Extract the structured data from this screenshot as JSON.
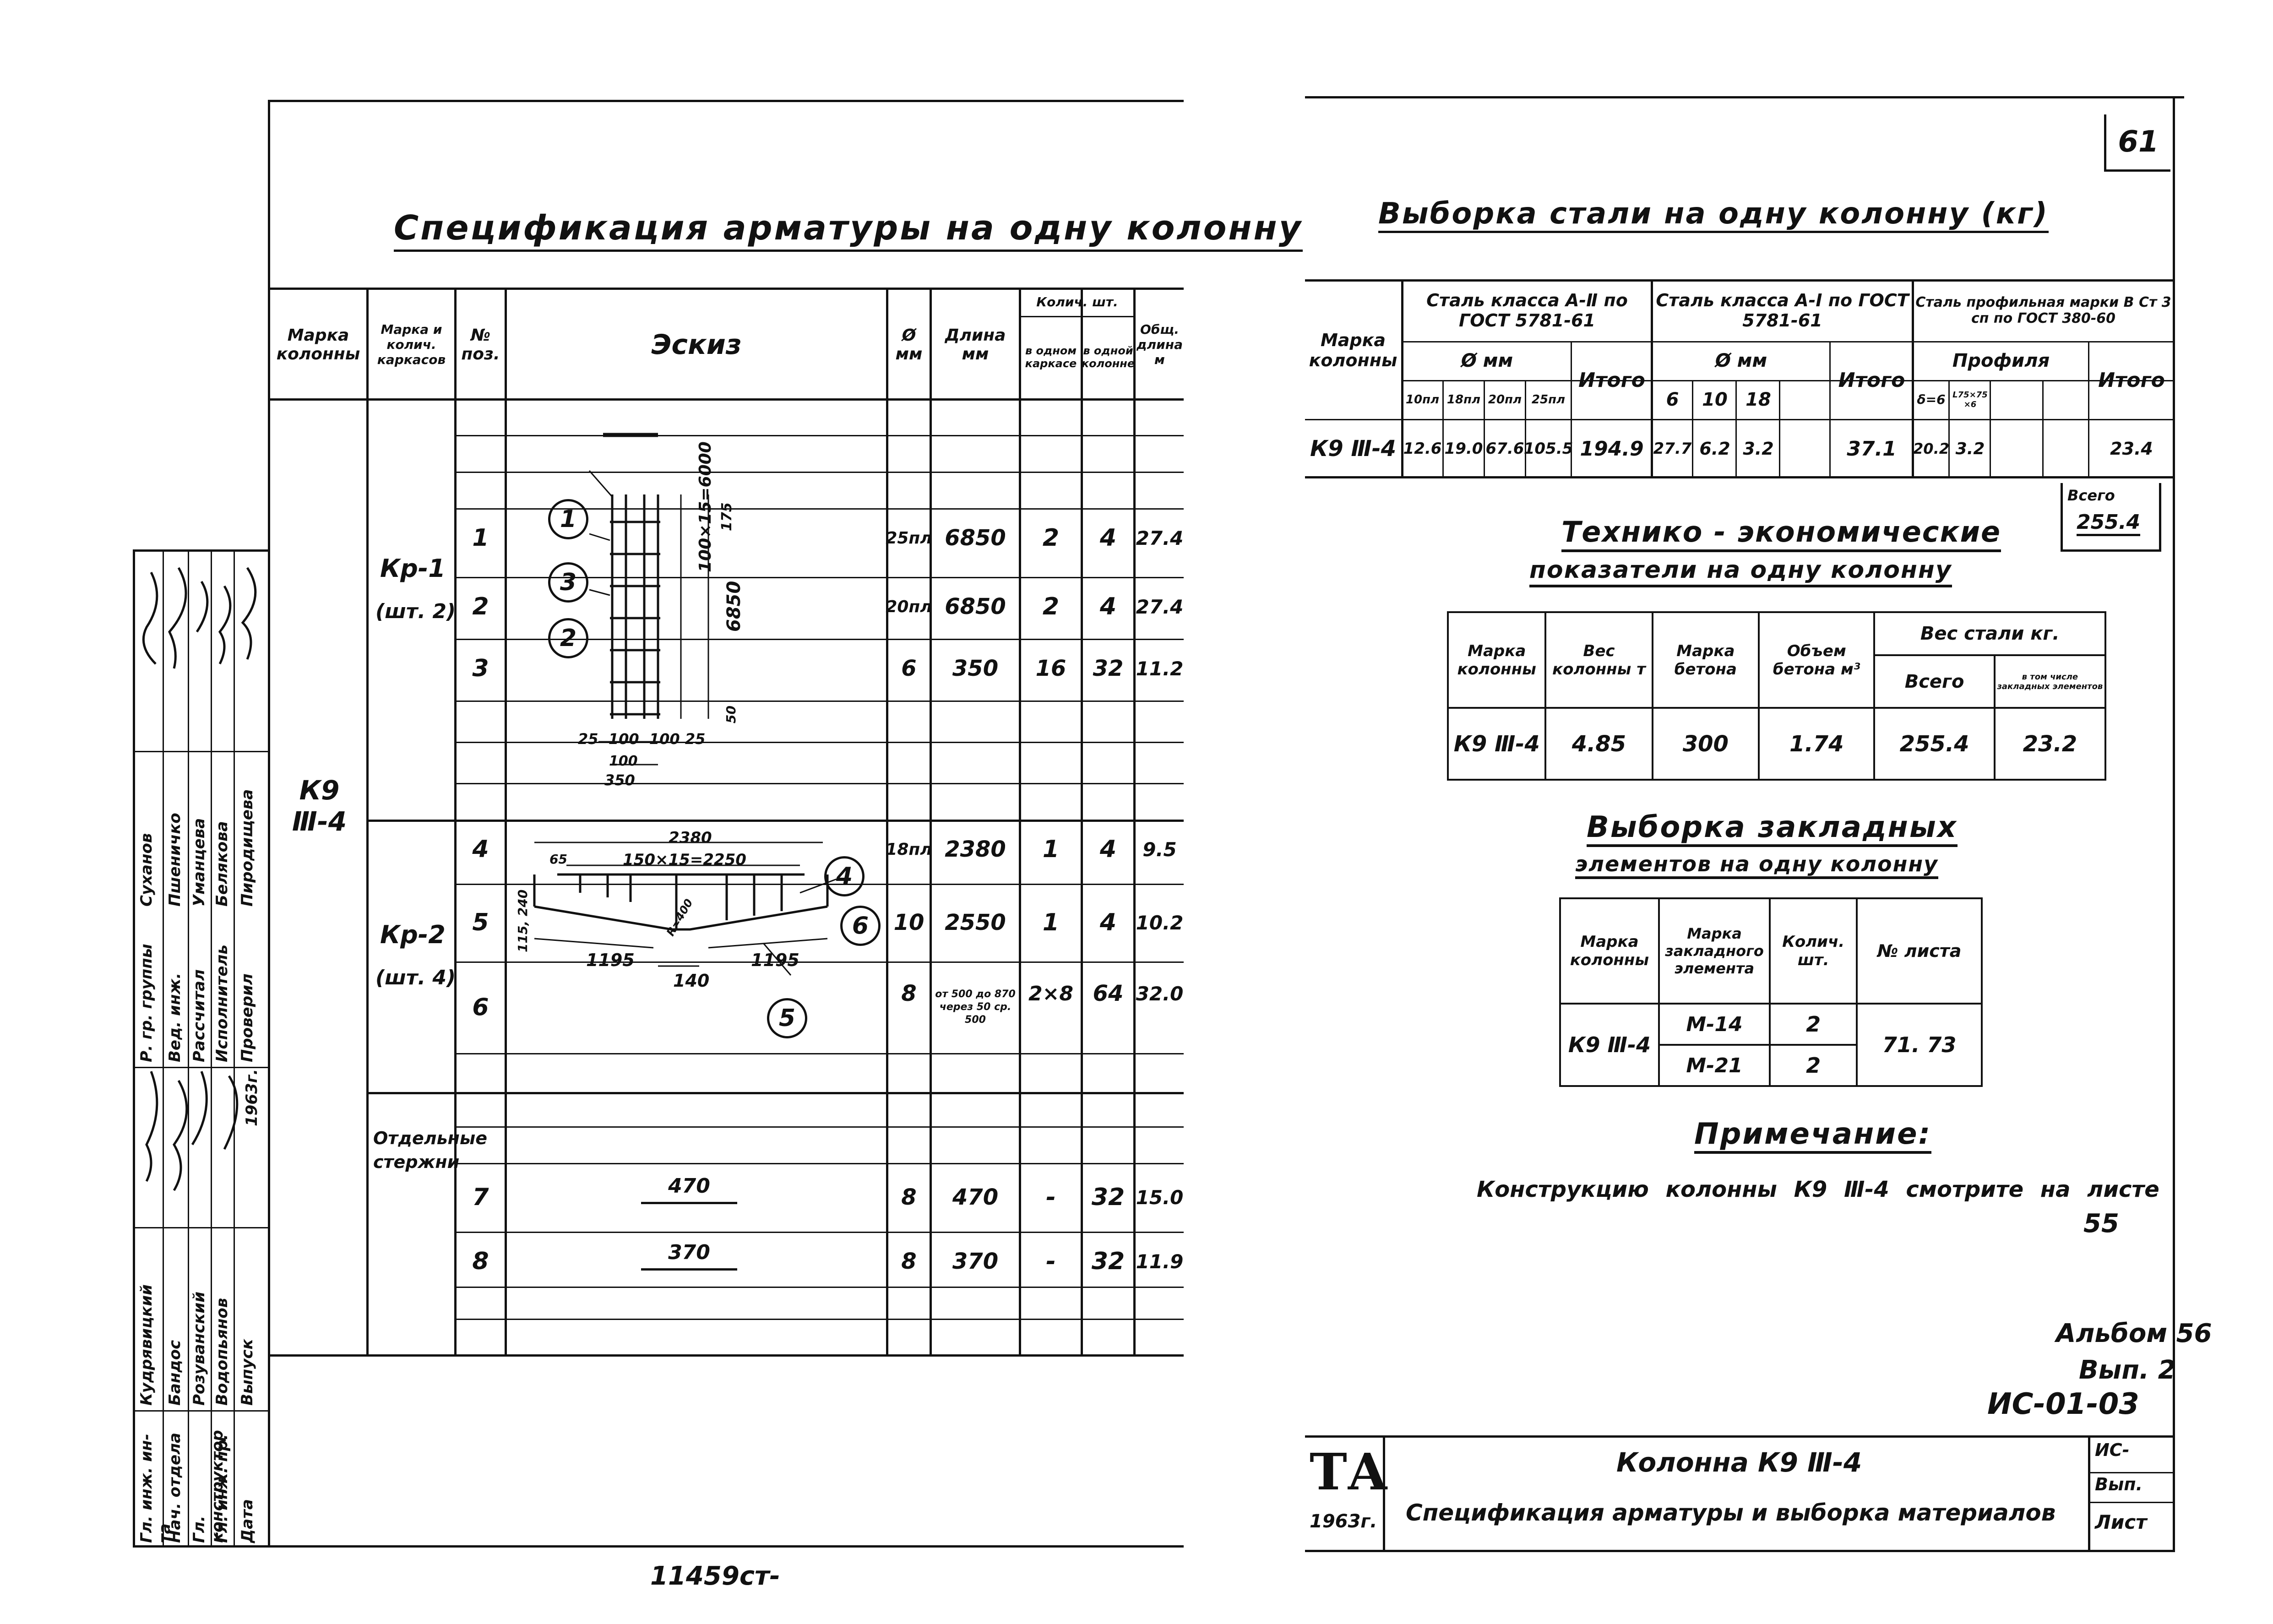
{
  "left": {
    "title": "Спецификация арматуры на одну колонну",
    "headers": {
      "col_brand": "Марка колонны",
      "col_mark": "Марка и колич. каркасов",
      "col_pos": "№ поз.",
      "col_sketch": "Эскиз",
      "col_diam": "Ø мм",
      "col_len": "Длина мм",
      "col_qty": "Колич. шт.",
      "col_qty_frame": "в одном каркасе",
      "col_qty_col": "в одной колонне",
      "col_total": "Общ. длина м"
    },
    "column_mark": "К9 Ⅲ-4",
    "groups": [
      {
        "mark": "Кр-1",
        "count": "(шт. 2)"
      },
      {
        "mark": "Кр-2",
        "count": "(шт. 4)"
      },
      {
        "mark": "Отдельные стержни",
        "count": ""
      }
    ],
    "rows": [
      {
        "pos": "1",
        "diam": "25пл",
        "len": "6850",
        "q1": "2",
        "q2": "4",
        "tot": "27.4"
      },
      {
        "pos": "2",
        "diam": "20пл",
        "len": "6850",
        "q1": "2",
        "q2": "4",
        "tot": "27.4"
      },
      {
        "pos": "3",
        "diam": "6",
        "len": "350",
        "q1": "16",
        "q2": "32",
        "tot": "11.2"
      },
      {
        "pos": "4",
        "diam": "18пл",
        "len": "2380",
        "q1": "1",
        "q2": "4",
        "tot": "9.5"
      },
      {
        "pos": "5",
        "diam": "10",
        "len": "2550",
        "q1": "1",
        "q2": "4",
        "tot": "10.2"
      },
      {
        "pos": "6",
        "diam": "8",
        "len": "от 500 до 870 через 50 ср. 500",
        "q1": "2×8",
        "q2": "64",
        "tot": "32.0"
      },
      {
        "pos": "7",
        "diam": "8",
        "len": "470",
        "q1": "-",
        "q2": "32",
        "tot": "15.0"
      },
      {
        "pos": "8",
        "diam": "8",
        "len": "370",
        "q1": "-",
        "q2": "32",
        "tot": "11.9"
      }
    ],
    "sketch": {
      "dim_a": "100×15=6000",
      "dim_b": "6850",
      "dim_c": "175",
      "dim_d": "50",
      "dim_bottom": "25  100  100 25",
      "dim_bottom2": "100",
      "dim_350": "350",
      "kr2_top": "2380",
      "kr2_mid": "150×15=2250",
      "kr2_65": "65",
      "kr2_left": "1195",
      "kr2_right": "1195",
      "kr2_bot": "140",
      "kr2_side": "115, 240",
      "kr2_r": "R=400",
      "bar7": "470",
      "bar8": "370",
      "circles": [
        "1",
        "3",
        "2",
        "4",
        "6",
        "5"
      ]
    },
    "stamp": [
      {
        "role": "Гл. инж. ин-та",
        "name": "Кудрявицкий"
      },
      {
        "role": "Нач. отдела",
        "name": "Бандос"
      },
      {
        "role": "Гл. конструктор",
        "name": "Розуванский"
      },
      {
        "role": "Гл. инж. пр.",
        "name": "Водопьянов"
      },
      {
        "role": "Дата",
        "name": "Выпуск"
      },
      {
        "role": "Р. гр. группы",
        "name": "Суханов"
      },
      {
        "role": "Вед. инж.",
        "name": "Пшеничко"
      },
      {
        "role": "Рассчитал",
        "name": "Уманцева"
      },
      {
        "role": "Исполнитель",
        "name": "Белякова"
      },
      {
        "role": "Проверил",
        "name": "Пиродищева"
      }
    ],
    "stamp_year": "1963г.",
    "bottom_note": "11459ст-"
  },
  "right": {
    "page_num": "61",
    "steel_title": "Выборка стали на одну колонну (кг)",
    "steel": {
      "col_mark": "Марка колонны",
      "class2": "Сталь класса А-Ⅱ по ГОСТ 5781-61",
      "class1": "Сталь класса А-Ⅰ по ГОСТ 5781-61",
      "profile": "Сталь профильная марки В Ст 3 сп по ГОСТ 380-60",
      "phi": "Ø мм",
      "profiles": "Профиля",
      "total": "Итого",
      "d2": [
        "10пл",
        "18пл",
        "20пл",
        "25пл"
      ],
      "d1": [
        "6",
        "10",
        "18"
      ],
      "p": [
        "δ=6",
        "L75×75 ×6"
      ],
      "row_mark": "К9 Ⅲ-4",
      "v2": [
        "12.6",
        "19.0",
        "67.6",
        "105.5"
      ],
      "t2": "194.9",
      "v1": [
        "27.7",
        "6.2",
        "3.2"
      ],
      "t1": "37.1",
      "vp": [
        "20.2",
        "3.2"
      ],
      "tp": "23.4",
      "grand_label": "Всего",
      "grand": "255.4"
    },
    "tech_title1": "Технико - экономические",
    "tech_title2": "показатели на одну колонну",
    "tech": {
      "h_mark": "Марка колонны",
      "h_weight": "Вес колонны т",
      "h_concrete": "Марка бетона",
      "h_volume": "Объем бетона м³",
      "h_steel": "Вес стали кг.",
      "h_all": "Всего",
      "h_embed": "в том числе закладных элементов",
      "mark": "К9 Ⅲ-4",
      "weight": "4.85",
      "concrete": "300",
      "volume": "1.74",
      "all": "255.4",
      "embed": "23.2"
    },
    "embed_title1": "Выборка закладных",
    "embed_title2": "элементов на одну колонну",
    "embed": {
      "h_mark": "Марка колонны",
      "h_elem": "Марка закладного элемента",
      "h_qty": "Колич. шт.",
      "h_sheet": "№ листа",
      "mark": "К9 Ⅲ-4",
      "e1": "М-14",
      "q1": "2",
      "e2": "М-21",
      "q2": "2",
      "sheet": "71. 73"
    },
    "note_title": "Примечание:",
    "note_text": "Конструкцию колонны К9 Ⅲ-4 смотрите на листе",
    "note_sheet": "55",
    "handwritten1": "Альбом 56",
    "handwritten2": "Вып. 2",
    "handwritten3": "ИС-01-03",
    "tb_logo": "ТА",
    "tb_year": "1963г.",
    "tb_title1": "Колонна К9 Ⅲ-4",
    "tb_title2": "Спецификация арматуры и выборка материалов",
    "tb_series": "ИС-",
    "tb_issue": "Вып.",
    "tb_sheet": "Лист"
  }
}
